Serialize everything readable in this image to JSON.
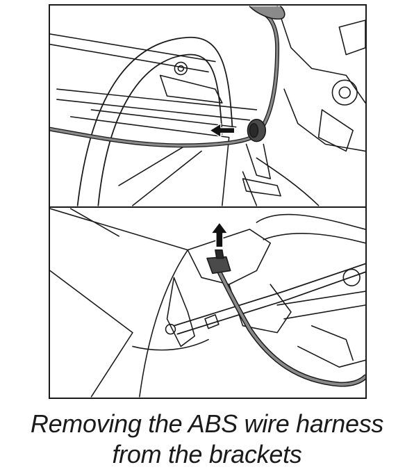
{
  "caption": {
    "line1": "Removing the ABS wire harness",
    "line2": "from the brackets"
  },
  "figure": {
    "panels": [
      {
        "id": "top",
        "arrow_direction": "left",
        "shows": "wire-connector-grommet"
      },
      {
        "id": "bottom",
        "arrow_direction": "up",
        "shows": "wire-clip-on-bracket"
      }
    ],
    "colors": {
      "line": "#1a1a1a",
      "fill": "#ffffff",
      "wire": "#7a7a7a",
      "connector": "#4a4a4a",
      "arrow": "#111111"
    }
  }
}
